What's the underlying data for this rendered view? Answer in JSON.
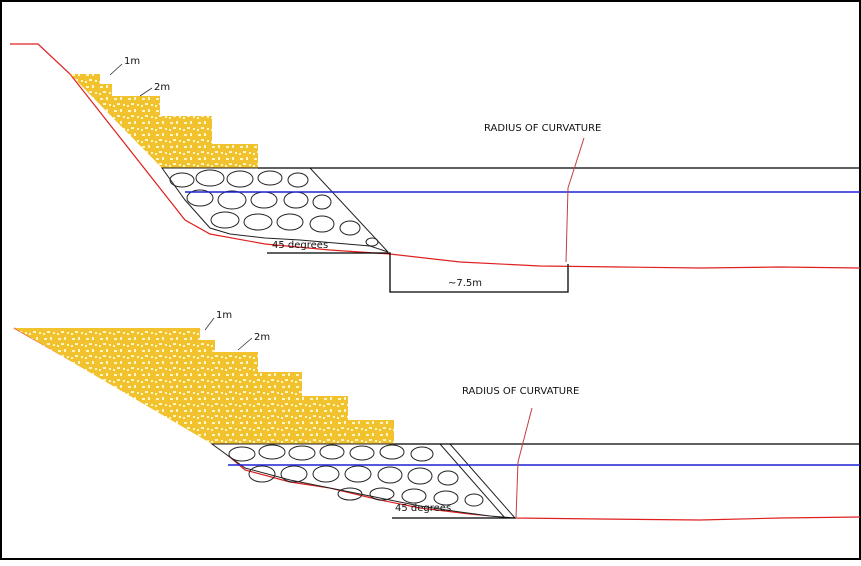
{
  "colors": {
    "border": "#000000",
    "terrace": "#f2c12e",
    "terrace_speck": "#fff6c4",
    "rock_outline": "#222222",
    "ground_line": "#e02020",
    "water_line": "#1e22d6",
    "bed_line": "#000000",
    "leader": "#c04040"
  },
  "top_diagram": {
    "step_label_1": "1m",
    "step_label_2": "2m",
    "curvature_label": "RADIUS  OF  CURVATURE",
    "angle_label": "45  degrees",
    "width_label": "~7.5m"
  },
  "bottom_diagram": {
    "step_label_1": "1m",
    "step_label_2": "2m",
    "curvature_label": "RADIUS  OF  CURVATURE",
    "angle_label": "45  degrees"
  }
}
